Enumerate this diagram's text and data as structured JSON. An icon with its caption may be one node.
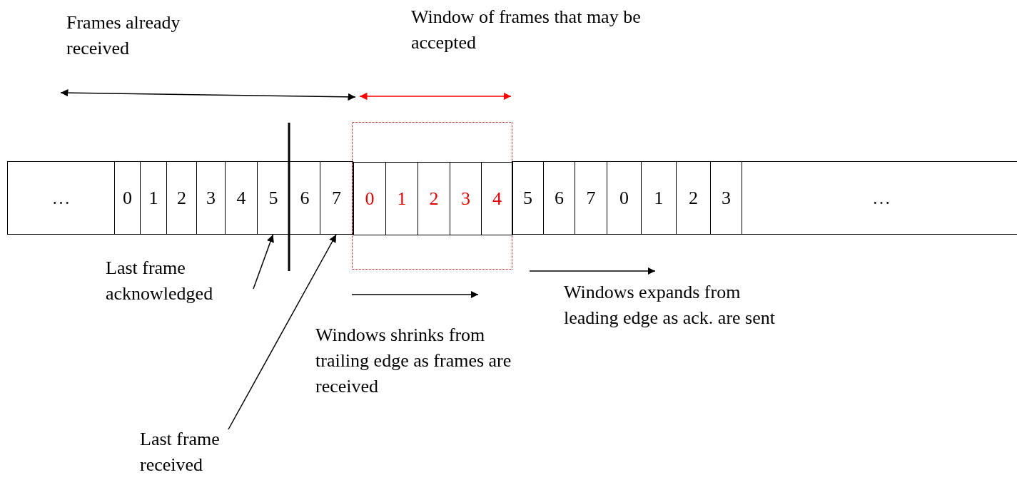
{
  "diagram": {
    "nodes": [
      {
        "text": [
          "…"
        ]
      },
      {
        "text": [
          "0"
        ]
      },
      {
        "text": [
          "1"
        ]
      },
      {
        "text": [
          "2"
        ]
      },
      {
        "text": [
          "3"
        ]
      },
      {
        "text": [
          "4"
        ]
      },
      {
        "text": [
          "5"
        ]
      },
      {
        "text": [
          "6"
        ]
      },
      {
        "text": [
          "7"
        ]
      },
      {
        "text": [],
        "shape": "box"
      },
      {
        "text": [
          "0"
        ],
        "in": 9
      },
      {
        "text": [
          "1"
        ],
        "in": 9
      },
      {
        "text": [
          "2"
        ],
        "in": 9
      },
      {
        "text": [
          "3"
        ],
        "in": 9
      },
      {
        "text": [
          "4"
        ],
        "in": 9
      },
      {
        "text": [
          "5"
        ]
      },
      {
        "text": [
          "6"
        ]
      },
      {
        "text": [
          "7"
        ]
      },
      {
        "text": [
          "0"
        ]
      },
      {
        "text": [
          "1"
        ]
      },
      {
        "text": [
          "2"
        ]
      },
      {
        "text": [
          "3"
        ]
      },
      {
        "text": [
          "…"
        ]
      },
      {
        "text": [
          "Last frame acknowledged"
        ]
      },
      {
        "text": [
          "Last frame received"
        ]
      }
    ],
    "edges": [
      {
        "from": 23,
        "to": 6,
        "arrow": "to"
      },
      {
        "from": 24,
        "to": 8,
        "arrow": "to"
      }
    ],
    "labels": [
      "Frames already received",
      "Window of frames that may be accepted",
      "Windows shrinks from trailing edge as frames are received",
      "Windows expands from leading edge as ack. are sent"
    ]
  }
}
